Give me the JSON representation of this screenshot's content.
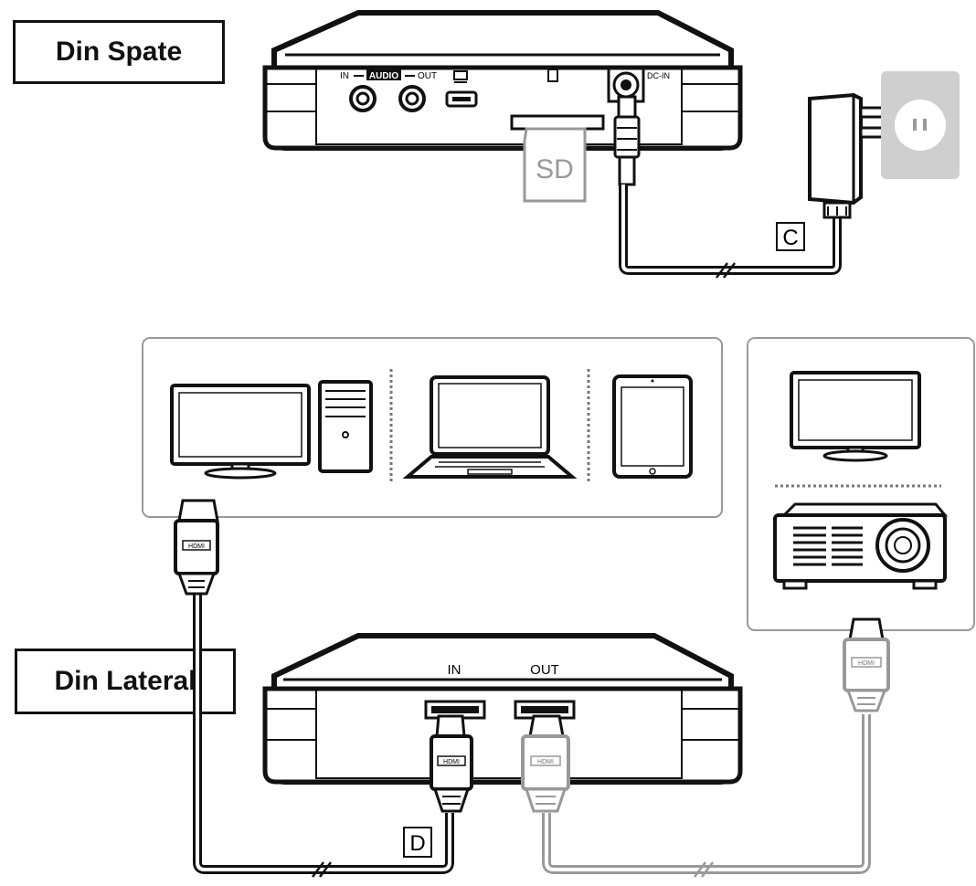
{
  "labels": {
    "back_view": "Din Spate",
    "side_view": "Din Lateral"
  },
  "back_panel": {
    "audio_in": "IN",
    "audio": "AUDIO",
    "audio_out": "OUT",
    "dc_in": "DC-IN",
    "sd_card": "SD"
  },
  "callouts": {
    "power_cable": "C",
    "hdmi_cable": "D"
  },
  "side_panel": {
    "hdmi_in": "IN",
    "hdmi_out": "OUT"
  },
  "connectors": {
    "hdmi_plug": "HDMI"
  },
  "icons": {
    "source_group": [
      "desktop-monitor-icon",
      "pc-tower-icon",
      "laptop-icon",
      "tablet-icon"
    ],
    "output_group": [
      "tv-monitor-icon",
      "projector-icon"
    ],
    "power": "wall-adapter-icon",
    "outlet": "wall-outlet-icon"
  }
}
